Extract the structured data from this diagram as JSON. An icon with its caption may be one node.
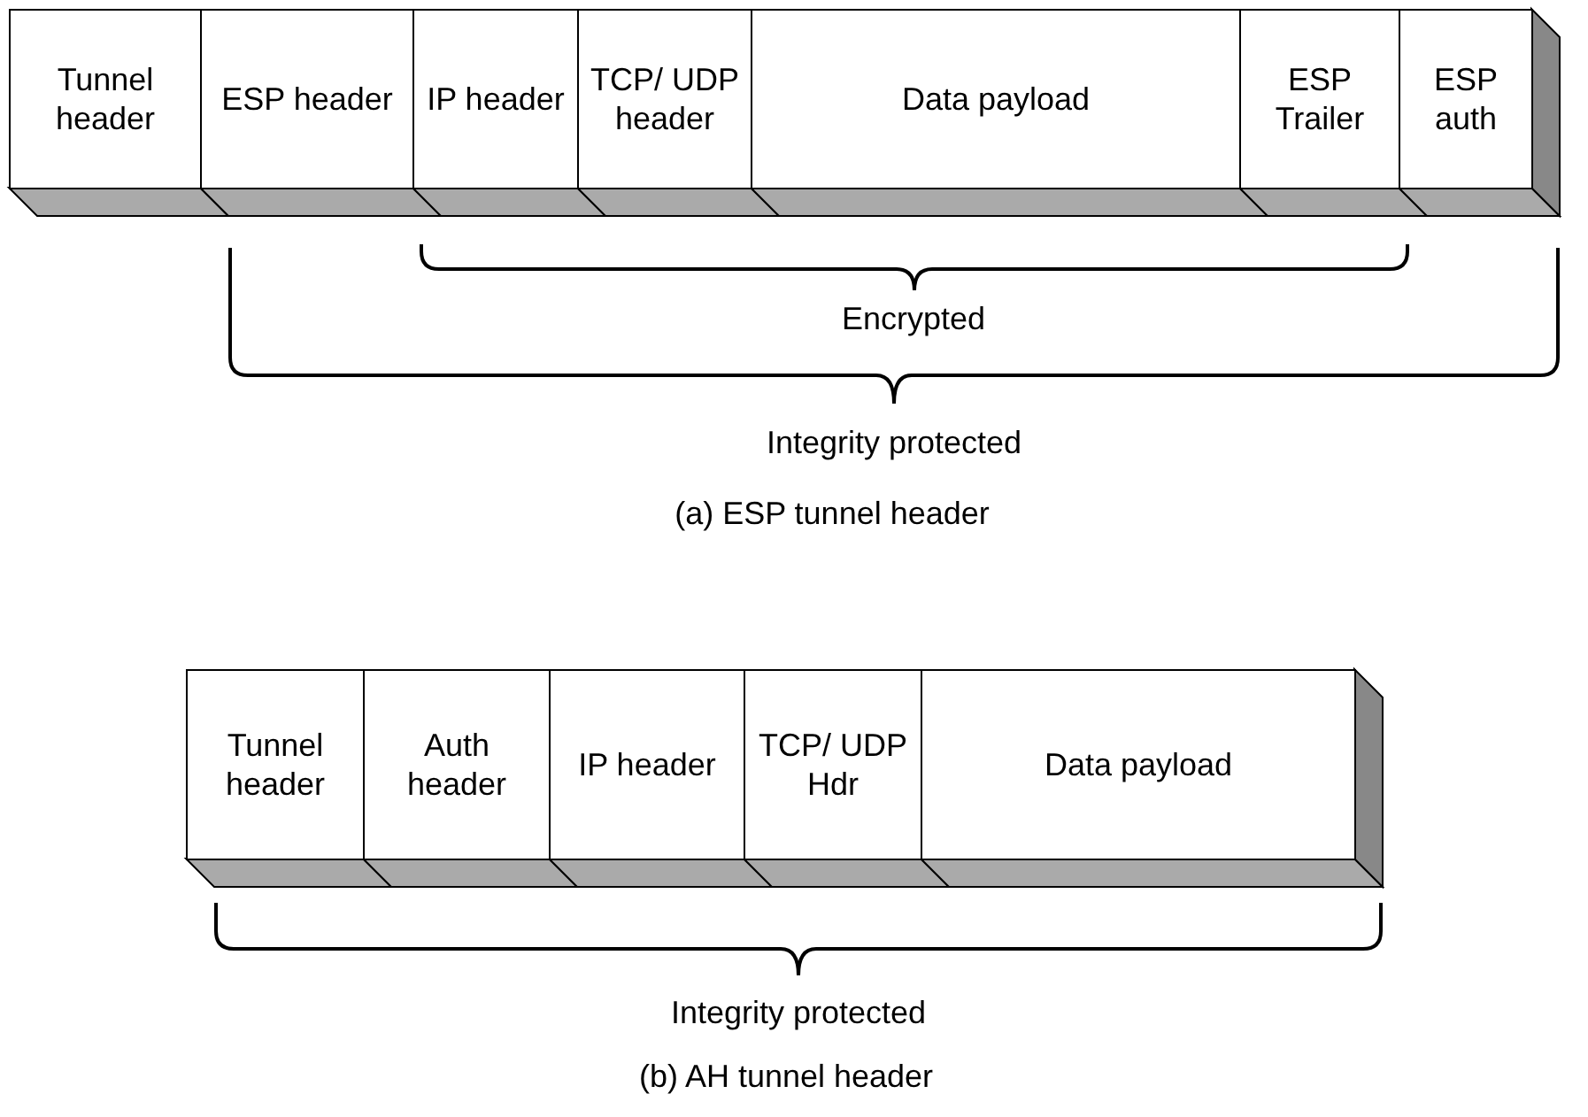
{
  "diagram": {
    "nodes": [
      {
        "text": [
          "Tunnel header"
        ]
      },
      {
        "text": [
          "ESP header"
        ]
      },
      {
        "text": [
          "IP header"
        ]
      },
      {
        "text": [
          "TCP/ UDP header"
        ]
      },
      {
        "text": [
          "Data payload"
        ]
      },
      {
        "text": [
          "ESP Trailer"
        ]
      },
      {
        "text": [
          "ESP auth"
        ]
      },
      {
        "text": [
          "Tunnel header"
        ]
      },
      {
        "text": [
          "Auth header"
        ]
      },
      {
        "text": [
          "IP header"
        ]
      },
      {
        "text": [
          "TCP/ UDP Hdr"
        ]
      },
      {
        "text": [
          "Data payload"
        ]
      }
    ],
    "labels": [
      "Encrypted",
      "Integrity protected",
      "(a) ESP tunnel header",
      "Integrity protected",
      "(b) AH tunnel header"
    ]
  }
}
